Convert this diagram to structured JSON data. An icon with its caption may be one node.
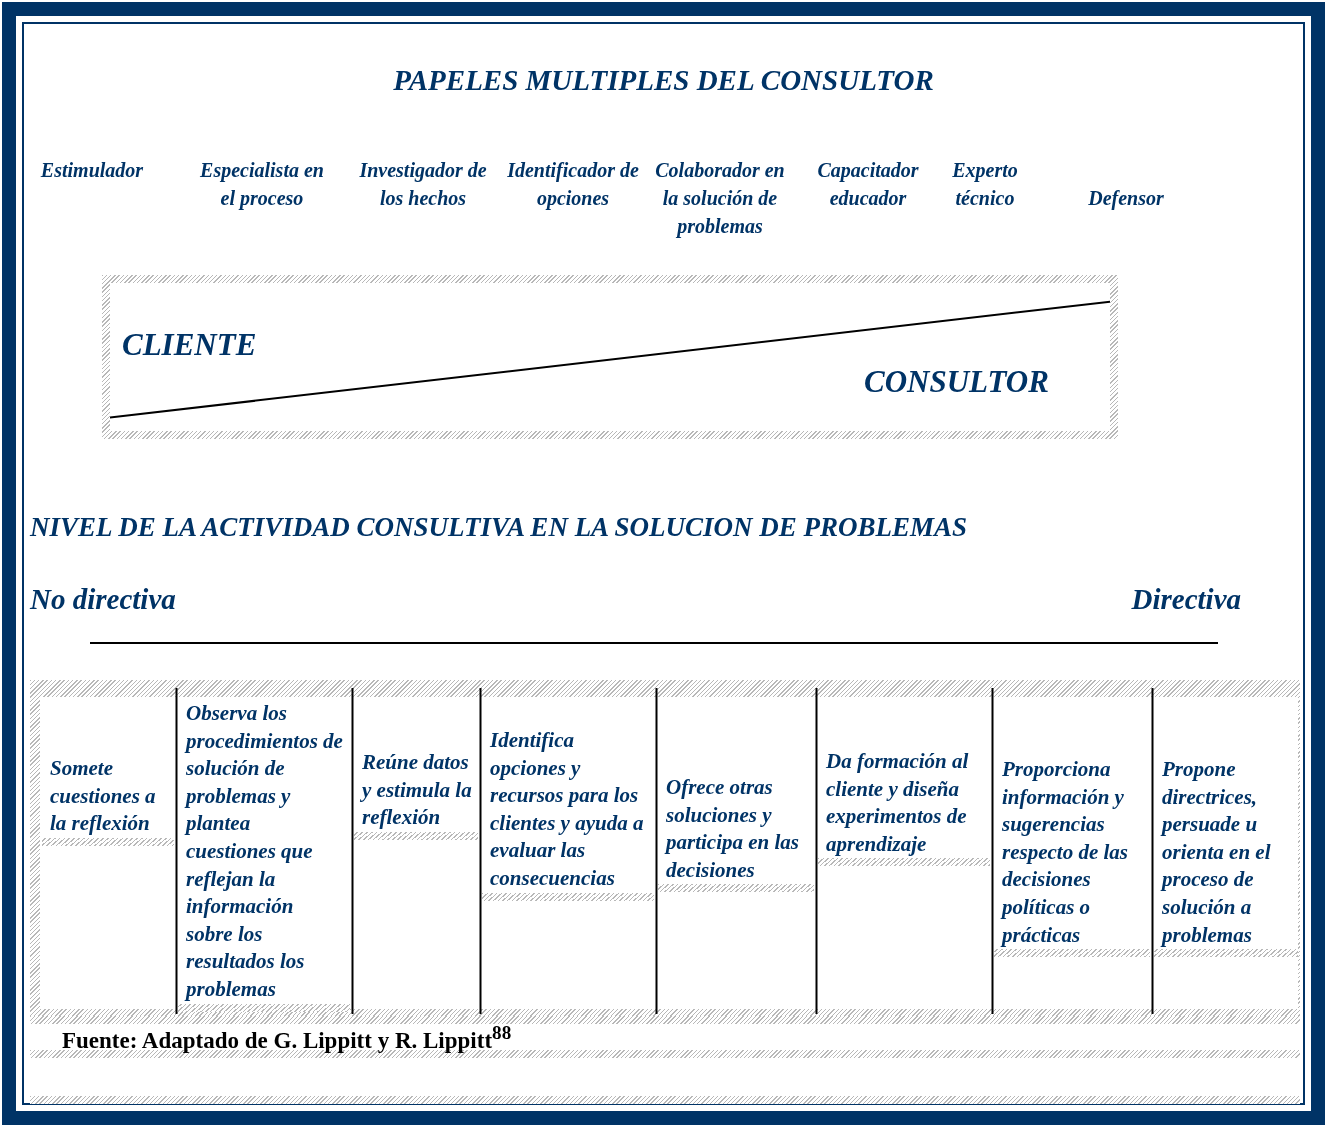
{
  "diagram": {
    "title": "PAPELES MULTIPLES DEL CONSULTOR",
    "nodes": [
      {
        "text": [
          "CLIENTE",
          "CONSULTOR"
        ]
      },
      {
        "text": [
          "Somete cuestiones a la reflexión"
        ]
      },
      {
        "text": [
          "Observa los procedimientos de solución de problemas y plantea cuestiones que reflejan la información sobre los resultados los problemas"
        ]
      },
      {
        "text": [
          "Reúne datos y estimula la reflexión"
        ]
      },
      {
        "text": [
          "Identifica opciones y recursos para los clientes y ayuda a evaluar las consecuencias"
        ]
      },
      {
        "text": [
          "Ofrece otras soluciones y participa en las decisiones"
        ]
      },
      {
        "text": [
          "Da formación al cliente y diseña experimentos de aprendizaje"
        ]
      },
      {
        "text": [
          "Proporciona información y sugerencias respecto de las decisiones políticas o prácticas"
        ]
      },
      {
        "text": [
          "Propone directrices, persuade u orienta en el proceso de solución a problemas"
        ]
      }
    ],
    "labels": [
      "Estimulador",
      "Especialista en el proceso",
      "Investigador de los hechos",
      "Identificador de opciones",
      "Colaborador en la solución de problemas",
      "Capacitador educador",
      "Experto técnico",
      "Defensor",
      "NIVEL DE LA ACTIVIDAD CONSULTIVA EN LA SOLUCION DE PROBLEMAS",
      "No directiva",
      "Directiva"
    ],
    "caption": "Fuente: Adaptado de G. Lippitt y R. Lippitt$^{88}$"
  }
}
